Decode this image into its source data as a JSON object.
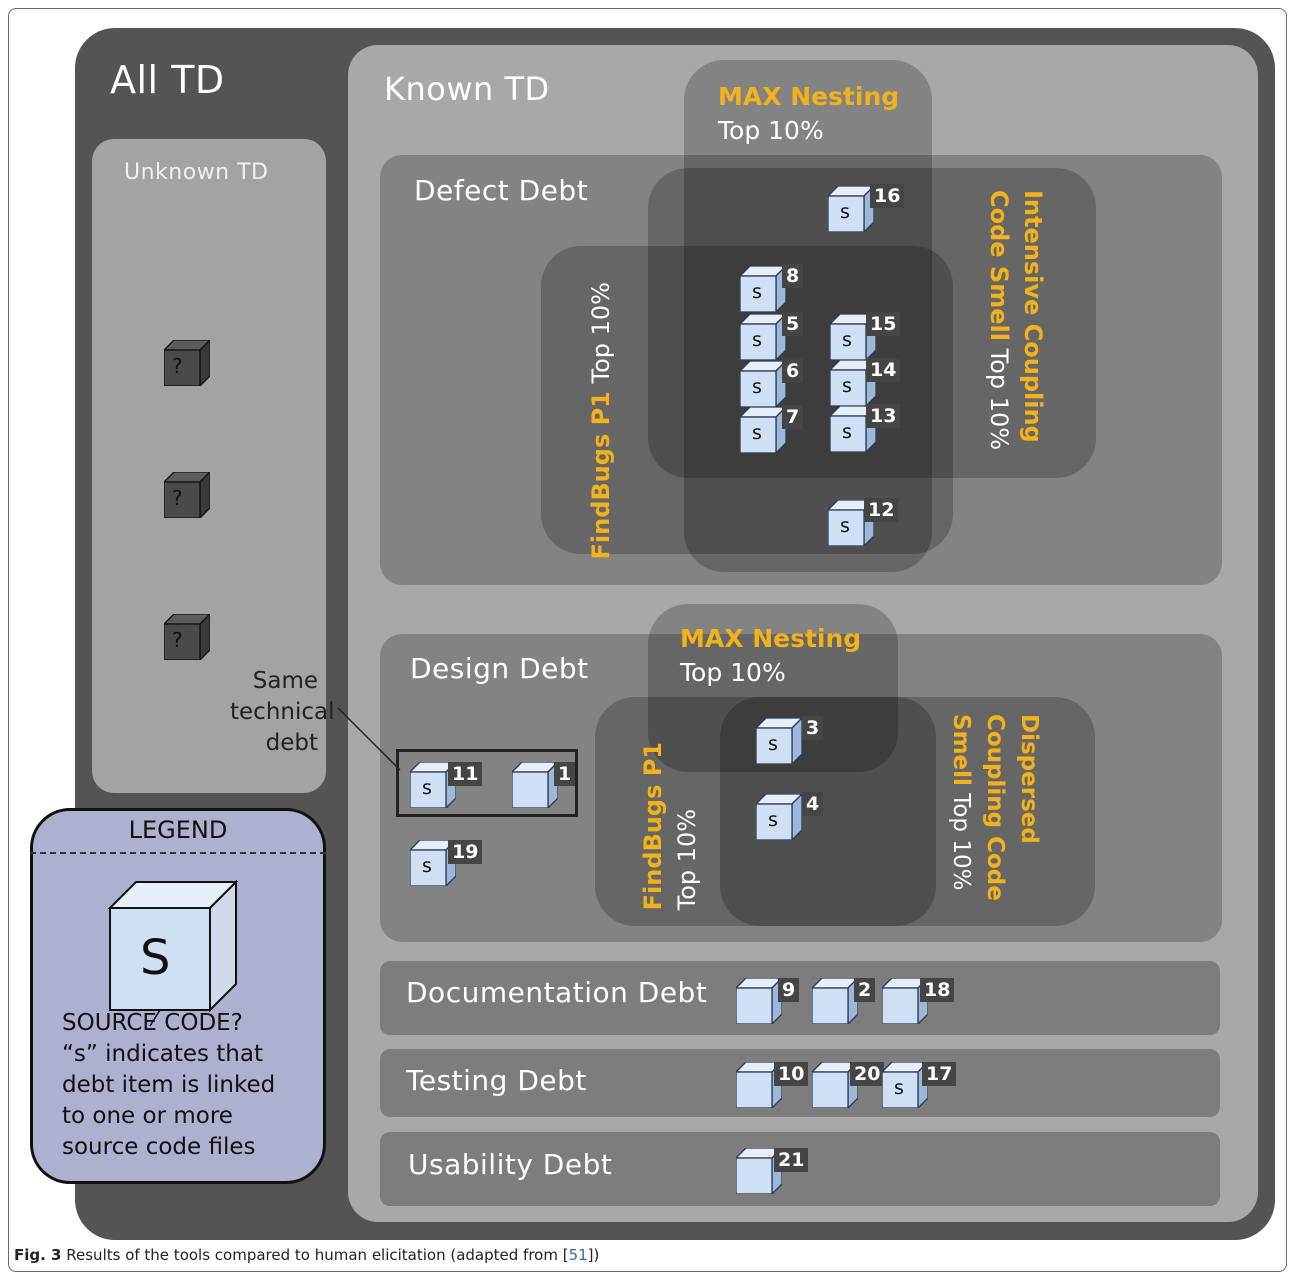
{
  "all_td": "All TD",
  "unknown_td": "Unknown TD",
  "known_td": "Known TD",
  "defect": {
    "title": "Defect Debt",
    "max_nesting": "MAX Nesting",
    "top10": "Top 10%",
    "findbugs": "FindBugs P1",
    "findbugs_top": "Top 10%",
    "coupling_line1": "Intensive Coupling",
    "coupling_line2_orange": "Code Smell",
    "coupling_line2_white": "Top 10%"
  },
  "design": {
    "title": "Design Debt",
    "max_nesting": "MAX Nesting",
    "top10": "Top 10%",
    "findbugs": "FindBugs P1",
    "findbugs_top": "Top 10%",
    "dispersed_line1": "Dispersed",
    "dispersed_line2": "Coupling Code",
    "dispersed_line3_orange": "Smell",
    "dispersed_line3_white": "Top 10%"
  },
  "documentation": {
    "title": "Documentation Debt"
  },
  "testing": {
    "title": "Testing Debt"
  },
  "usability": {
    "title": "Usability Debt"
  },
  "same_debt": [
    "Same",
    "technical",
    "debt"
  ],
  "question_mark": "?",
  "s_mark": "s",
  "legend": {
    "title": "LEGEND",
    "big_s": "S",
    "lines": [
      "SOURCE CODE?",
      "“s” indicates that",
      "debt item is linked",
      "to one or more",
      "source code files"
    ]
  },
  "items": {
    "i16": "16",
    "i8": "8",
    "i5": "5",
    "i6": "6",
    "i7": "7",
    "i15": "15",
    "i14": "14",
    "i13": "13",
    "i12": "12",
    "i3": "3",
    "i4": "4",
    "i11": "11",
    "i1": "1",
    "i19": "19",
    "i9": "9",
    "i2": "2",
    "i18": "18",
    "i10": "10",
    "i20": "20",
    "i17": "17",
    "i21": "21"
  },
  "caption": {
    "fig": "Fig. 3",
    "text": "Results of the tools compared to human elicitation (adapted from [",
    "ref": "51",
    "end": "])"
  },
  "colors": {
    "orange": "#f2b21b",
    "cube_face": "#cfe0f5",
    "legend_bg": "#aeb0cf"
  }
}
